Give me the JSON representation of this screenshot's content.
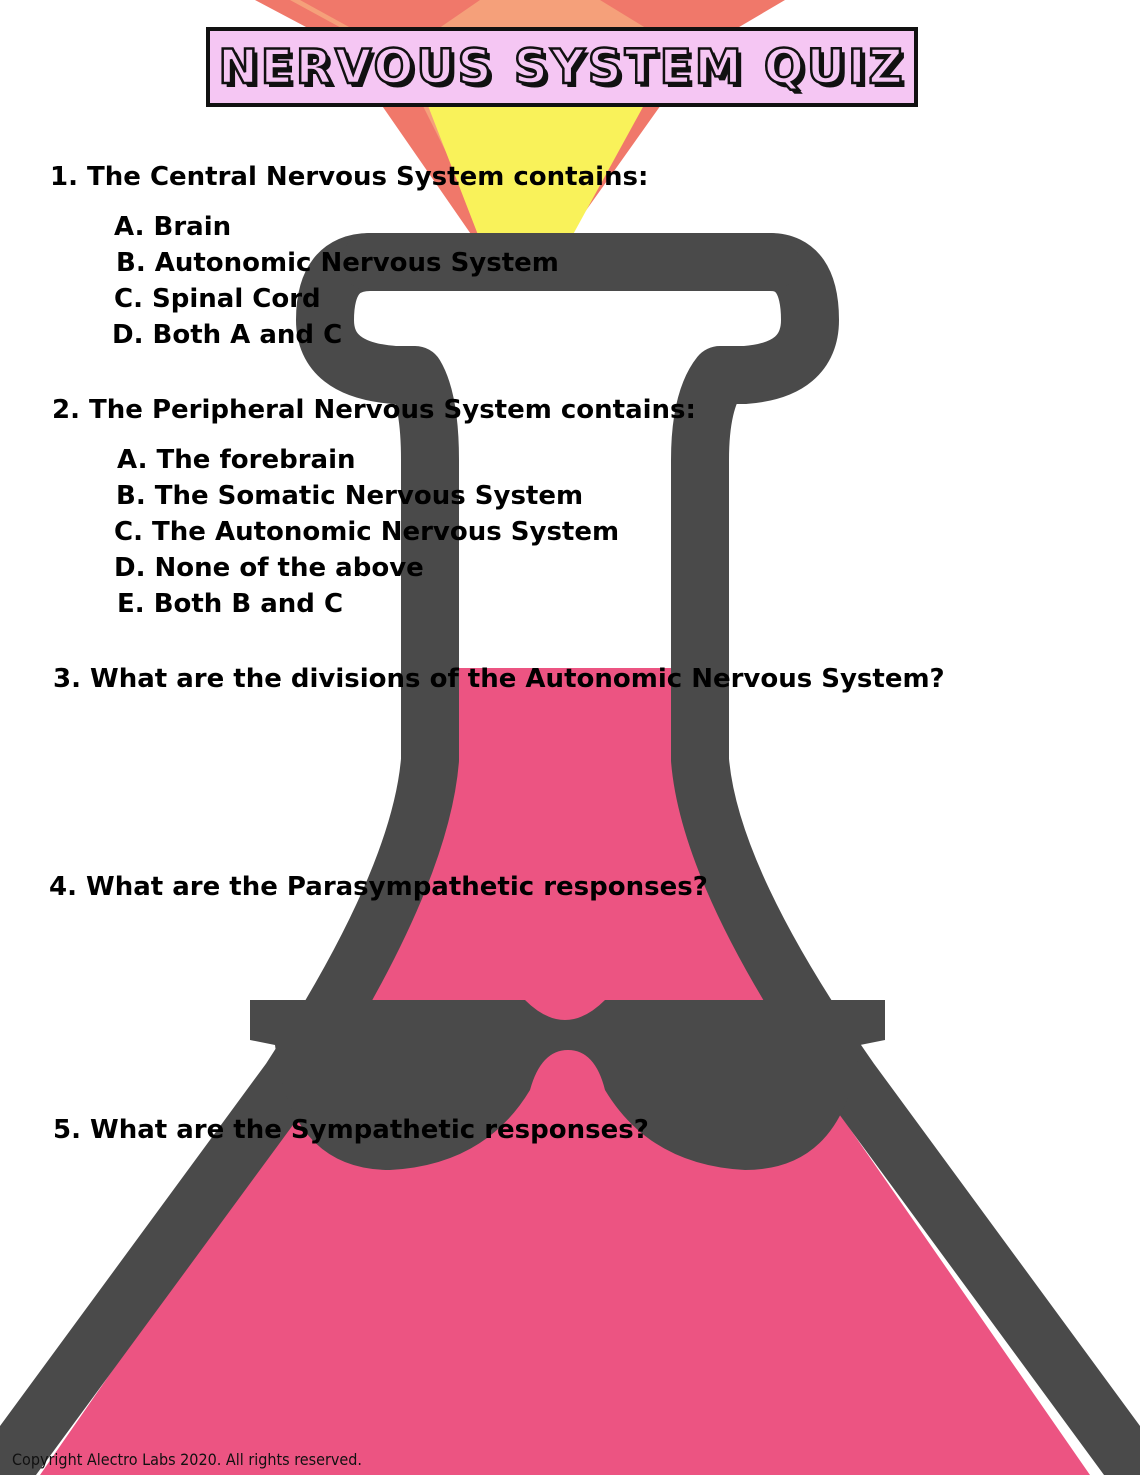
{
  "title": "NERVOUS SYSTEM QUIZ",
  "questions": [
    {
      "text": "1. The Central Nervous System contains:",
      "options": [
        "A. Brain",
        "B. Autonomic Nervous System",
        "C. Spinal Cord",
        "D. Both A and C"
      ]
    },
    {
      "text": "2. The Peripheral Nervous System contains:",
      "options": [
        "A. The forebrain",
        "B. The Somatic Nervous System",
        "C. The Autonomic Nervous System",
        "D. None of the above",
        "E. Both B and C"
      ]
    },
    {
      "text": "3. What are the divisions of the Autonomic Nervous System?",
      "options": []
    },
    {
      "text": "4. What are the Parasympathetic responses?",
      "options": []
    },
    {
      "text": "5. What are the Sympathetic responses?",
      "options": []
    }
  ],
  "copyright": "Copyright Alectro Labs 2020. All rights reserved.",
  "colors": {
    "flask_outline": "#4a4a4a",
    "liquid": "#ec5482",
    "flame_outer": "#f0786a",
    "flame_inner": "#f9f25a",
    "title_bg": "#f5c6f3"
  },
  "icons": [
    "erlenmeyer-flask-illustration",
    "flame-illustration",
    "sunglasses-illustration"
  ]
}
